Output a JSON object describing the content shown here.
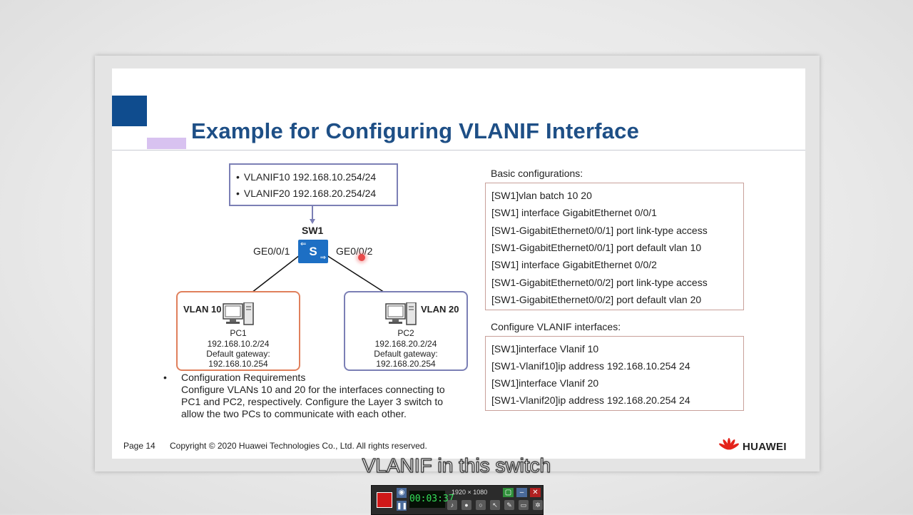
{
  "slide": {
    "title": "Example for Configuring VLANIF Interface",
    "vlanif_list": [
      "VLANIF10 192.168.10.254/24",
      "VLANIF20 192.168.20.254/24"
    ],
    "switch": {
      "name": "SW1",
      "icon_letter": "S",
      "port_left": "GE0/0/1",
      "port_right": "GE0/0/2"
    },
    "vlan10": {
      "label": "VLAN 10",
      "pc": "PC1",
      "ip": "192.168.10.2/24",
      "gw_label": "Default gateway:",
      "gw": "192.168.10.254"
    },
    "vlan20": {
      "label": "VLAN 20",
      "pc": "PC2",
      "ip": "192.168.20.2/24",
      "gw_label": "Default gateway:",
      "gw": "192.168.20.254"
    },
    "requirements": {
      "heading": "Configuration Requirements",
      "text": "Configure VLANs 10 and 20 for the interfaces connecting to PC1 and PC2, respectively. Configure the Layer 3 switch to allow the two PCs to communicate with each other."
    },
    "basic": {
      "title": "Basic configurations:",
      "lines": [
        "[SW1]vlan batch 10 20",
        "[SW1] interface GigabitEthernet 0/0/1",
        "[SW1-GigabitEthernet0/0/1] port link-type access",
        "[SW1-GigabitEthernet0/0/1] port default vlan 10",
        "[SW1] interface GigabitEthernet 0/0/2",
        "[SW1-GigabitEthernet0/0/2] port link-type access",
        "[SW1-GigabitEthernet0/0/2] port default vlan 20"
      ]
    },
    "vlanif": {
      "title": "Configure VLANIF interfaces:",
      "lines": [
        "[SW1]interface Vlanif 10",
        "[SW1-Vlanif10]ip address 192.168.10.254 24",
        "[SW1]interface Vlanif 20",
        "[SW1-Vlanif20]ip address 192.168.20.254 24"
      ]
    },
    "footer": {
      "page": "Page 14",
      "copyright": "Copyright © 2020 Huawei Technologies Co., Ltd. All rights reserved.",
      "brand": "HUAWEI"
    }
  },
  "subtitle": "VLANIF in this switch",
  "recorder": {
    "timer": "00:03:37",
    "resolution": "1920 × 1080",
    "icons": [
      "stop-icon",
      "camera-icon",
      "pause-icon",
      "speaker-icon",
      "microphone-icon",
      "webcam-icon",
      "cursor-icon",
      "pen-icon",
      "folder-icon",
      "settings-icon",
      "restore-icon",
      "minimize-icon",
      "close-icon"
    ]
  },
  "colors": {
    "title": "#1e4f86",
    "accent_blue": "#0f4c8e",
    "accent_purple": "#d8c2f0",
    "vlan10_border": "#e0805c",
    "vlan20_border": "#7b7fb5",
    "switch": "#1d6fc4",
    "stop": "#d01818",
    "timer": "#35e05a"
  }
}
